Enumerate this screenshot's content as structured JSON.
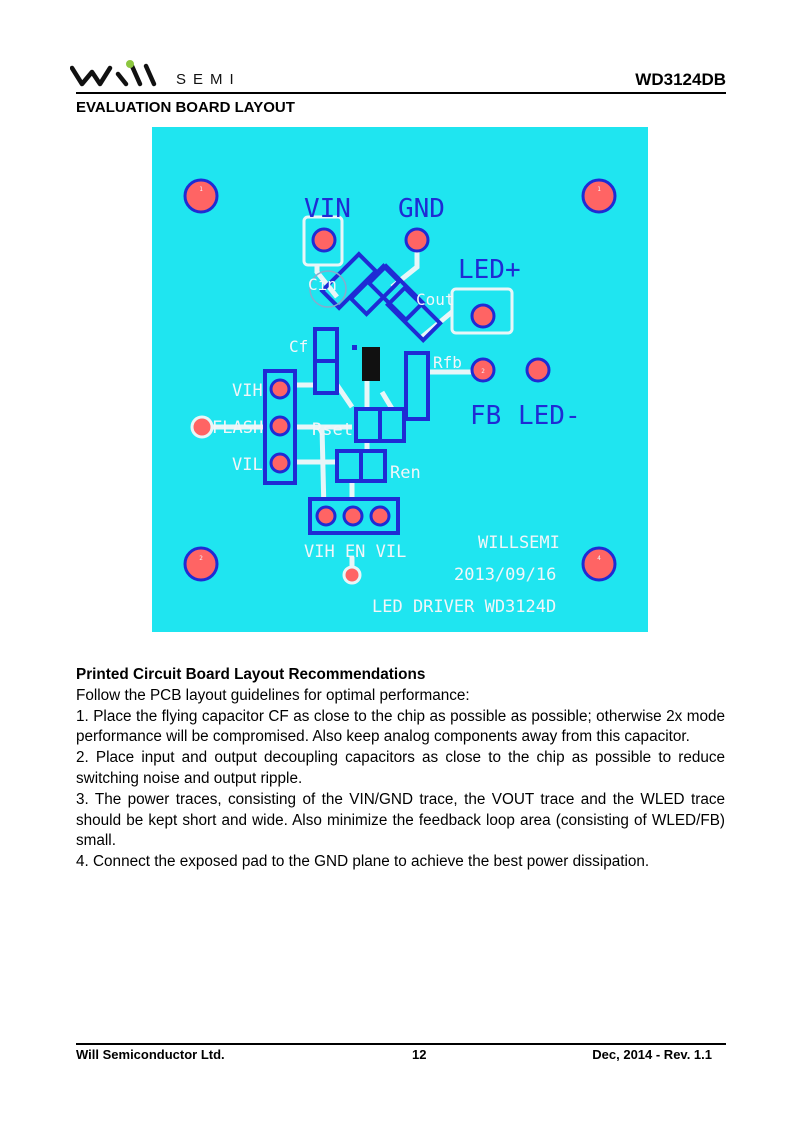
{
  "header": {
    "brand_text": "SEMI",
    "doc_id": "WD3124DB"
  },
  "section_title": "EVALUATION BOARD LAYOUT",
  "board": {
    "colors": {
      "bg": "#1fe5f0",
      "trace": "#1f2bd4",
      "pad": "#ff6464",
      "silk": "#f2f6f9"
    },
    "labels": {
      "vin": "VIN",
      "gnd": "GND",
      "led_plus": "LED+",
      "cin": "Cin",
      "cout": "Cout",
      "cf": "Cf",
      "rfb": "Rfb",
      "vih": "VIH",
      "flash": "FLASH",
      "rset": "Rset",
      "vil": "VIL",
      "fb": "FB",
      "led_minus": "LED-",
      "ren": "Ren",
      "connector": "VIH EN VIL",
      "maker": "WILLSEMI",
      "date": "2013/09/16",
      "title": "LED DRIVER WD3124D"
    },
    "pad_numbers": {
      "p1": "1",
      "p2": "2",
      "p3": "3",
      "p4": "4"
    }
  },
  "recommendations": {
    "title": "Printed Circuit Board Layout Recommendations",
    "intro": "Follow the PCB layout guidelines for optimal performance:",
    "items": [
      "1. Place the flying capacitor CF as close to the chip as possible as possible; otherwise 2x mode performance will be compromised. Also keep analog components away from this capacitor.",
      "2. Place input and output decoupling capacitors as close to the chip as possible to reduce switching noise and output ripple.",
      "3. The power traces, consisting of the VIN/GND trace, the VOUT trace and the WLED trace should be kept short and wide. Also minimize the feedback loop area (consisting of WLED/FB) small.",
      "4. Connect the exposed pad to the GND plane to achieve the best power dissipation."
    ]
  },
  "footer": {
    "company": "Will Semiconductor Ltd.",
    "page": "12",
    "date_rev": "Dec, 2014 - Rev. 1.1"
  }
}
